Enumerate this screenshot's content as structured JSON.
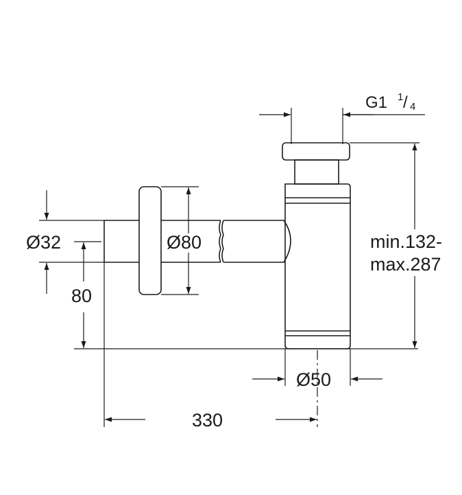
{
  "drawing": {
    "colors": {
      "line": "#1a1a1a",
      "background": "#ffffff"
    },
    "dimensions": {
      "thread_main": "G1",
      "thread_num": "1",
      "thread_sep": "/",
      "thread_den": "4",
      "pipe_diameter": "Ø32",
      "rosette_diameter": "Ø80",
      "height_from_floor": "80",
      "height_range_line1": "min.132-",
      "height_range_line2": "max.287",
      "body_diameter": "Ø50",
      "wall_distance": "330"
    }
  }
}
